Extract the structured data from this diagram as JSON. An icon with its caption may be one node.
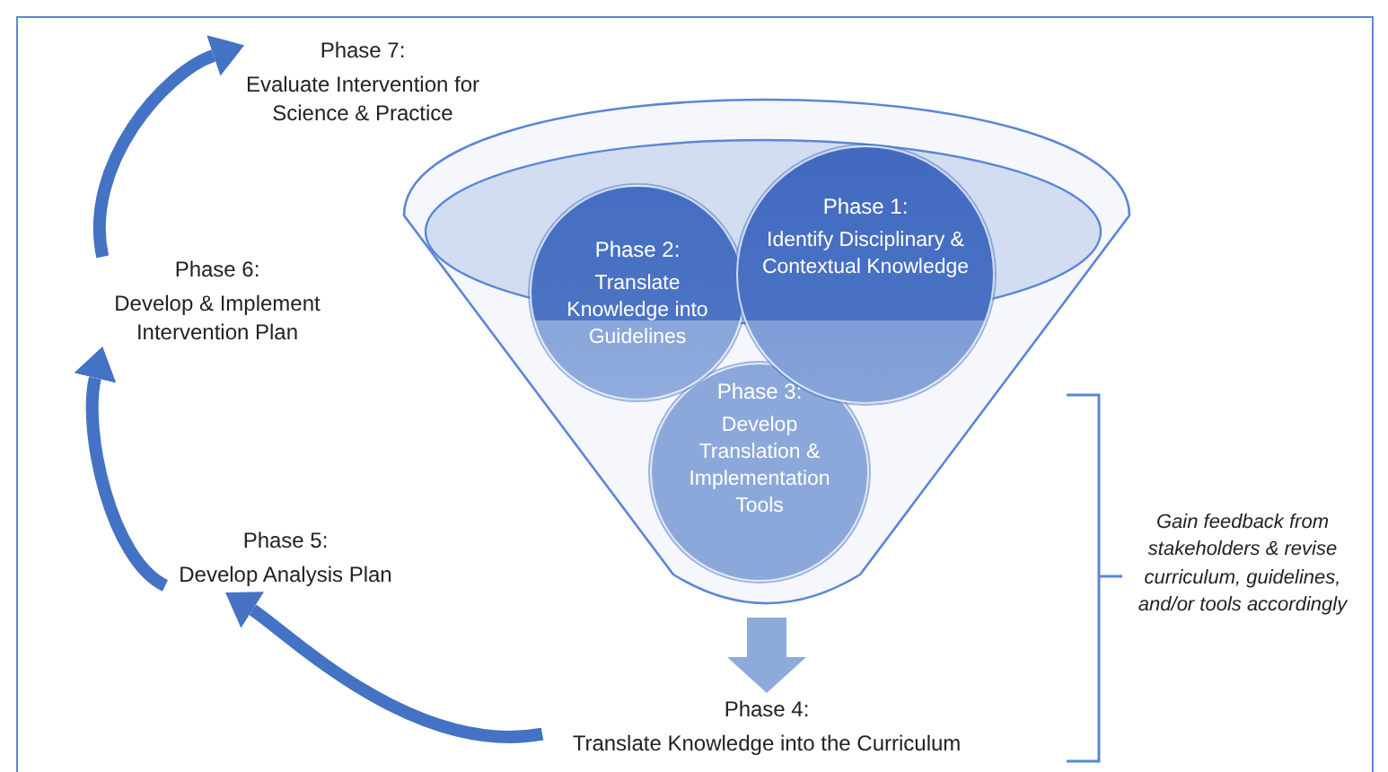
{
  "diagram": {
    "nodes": [
      {
        "text": [],
        "shape": "funnel"
      },
      {
        "text": [
          "Phase 1:",
          "Identify Disciplinary & Contextual Knowledge"
        ],
        "in": 0
      },
      {
        "text": [
          "Phase 2:",
          "Translate Knowledge into Guidelines"
        ],
        "in": 0
      },
      {
        "text": [
          "Phase 3:",
          "Develop Translation & Implementation Tools"
        ],
        "in": 0
      },
      {
        "text": [
          "Phase 4:",
          "Translate Knowledge into the Curriculum"
        ]
      },
      {
        "text": [
          "Phase 5:",
          "Develop Analysis Plan"
        ]
      },
      {
        "text": [
          "Phase 6:",
          "Develop & Implement Intervention Plan"
        ]
      },
      {
        "text": [
          "Phase 7:",
          "Evaluate Intervention for Science & Practice"
        ]
      }
    ],
    "edges": [
      {
        "from": 0,
        "to": 4,
        "arrow": "to",
        "style": "thick",
        "color": "#8eaadb"
      },
      {
        "from": 4,
        "to": 5,
        "arrow": "to"
      },
      {
        "from": 5,
        "to": 6,
        "arrow": "to"
      },
      {
        "from": 6,
        "to": 7,
        "arrow": "to"
      }
    ],
    "labels": [
      "Gain feedback from stakeholders & revise curriculum, guidelines, and/or tools accordingly"
    ]
  }
}
